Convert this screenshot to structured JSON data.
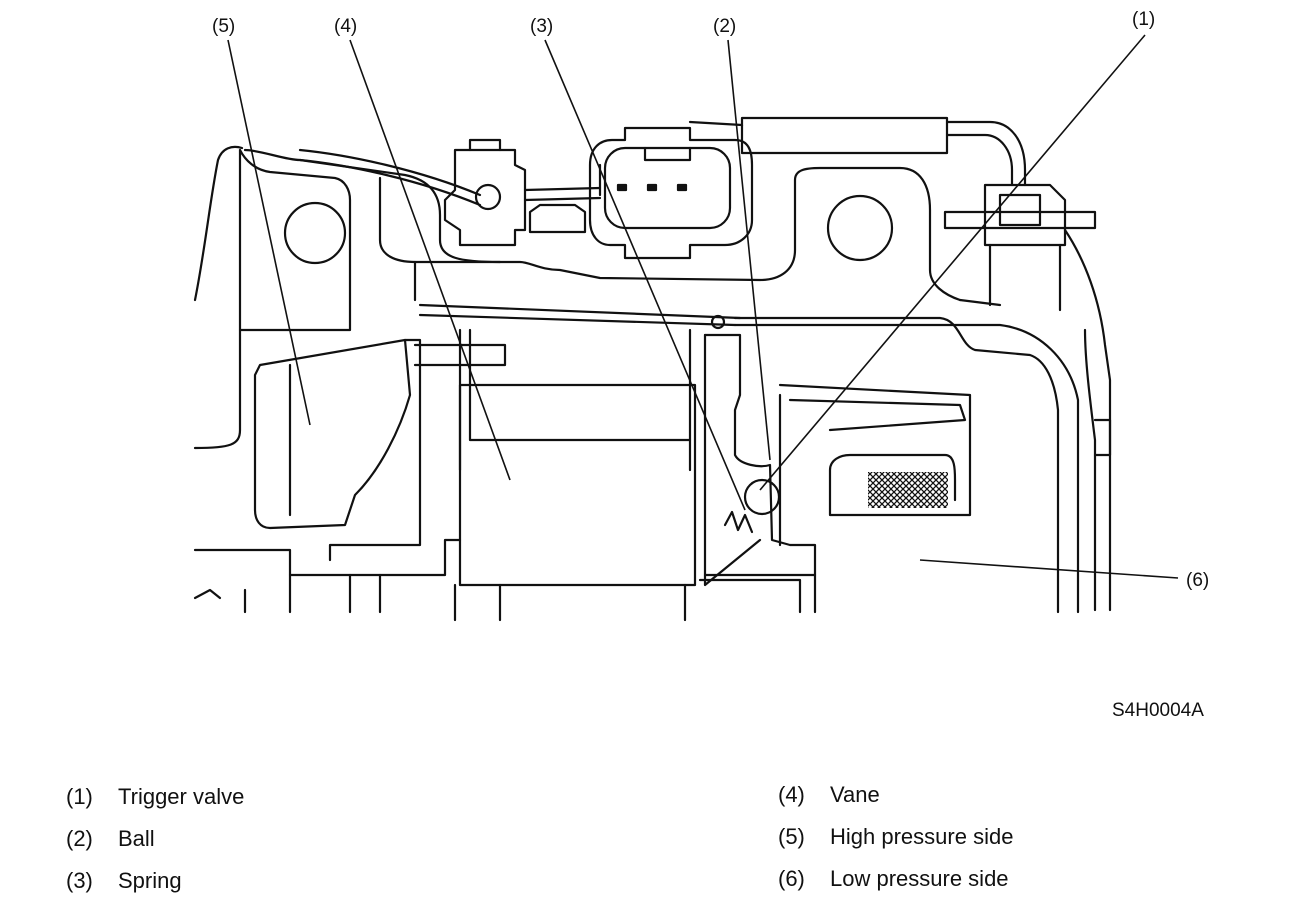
{
  "callouts": [
    {
      "id": "1",
      "text": "(1)"
    },
    {
      "id": "2",
      "text": "(2)"
    },
    {
      "id": "3",
      "text": "(3)"
    },
    {
      "id": "4",
      "text": "(4)"
    },
    {
      "id": "5",
      "text": "(5)"
    },
    {
      "id": "6",
      "text": "(6)"
    }
  ],
  "figure_id": "S4H0004A",
  "legend": [
    {
      "num": "(1)",
      "label": "Trigger valve"
    },
    {
      "num": "(2)",
      "label": "Ball"
    },
    {
      "num": "(3)",
      "label": "Spring"
    },
    {
      "num": "(4)",
      "label": "Vane"
    },
    {
      "num": "(5)",
      "label": "High pressure side"
    },
    {
      "num": "(6)",
      "label": "Low pressure side"
    }
  ]
}
